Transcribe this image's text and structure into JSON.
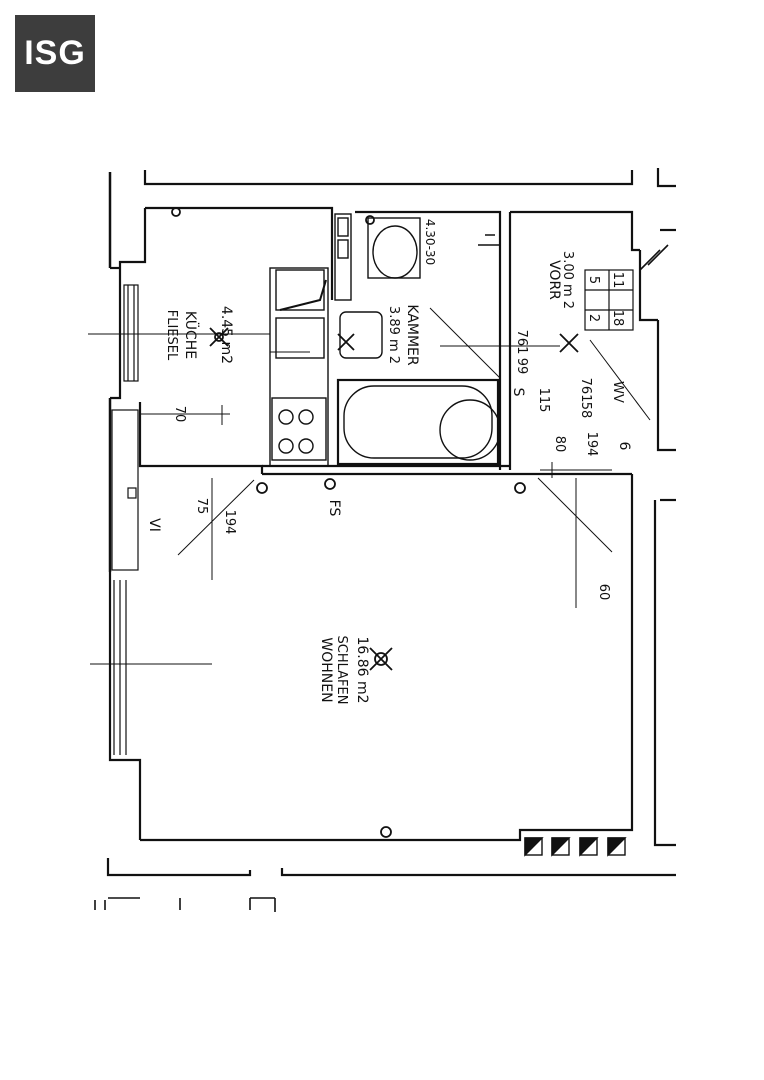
{
  "logo": {
    "text": "ISG",
    "background": "#3d3d3d",
    "color": "#ffffff"
  },
  "rooms": {
    "kitchen": {
      "name": "KÜCHE",
      "sub": "FLIESEL",
      "area": "4.45 m2"
    },
    "bath": {
      "name": "KAMMER",
      "area": "3.89 m 2"
    },
    "hall": {
      "name": "VORR",
      "area": "3.00 m 2"
    },
    "living": {
      "name": "WOHNEN",
      "sub": "SCHLAFEN",
      "area": "16.86 m2"
    }
  },
  "dimensions": {
    "d70": "70",
    "d75": "75",
    "d194a": "194",
    "d80": "80",
    "d194b": "194",
    "d761a": "761",
    "d99": "99",
    "d115": "115",
    "d430": "4.30-30",
    "d761b": "761",
    "d58": "58",
    "d60": "60",
    "d5": "5",
    "d2": "2",
    "d11": "11",
    "d18": "18",
    "dwv": "WV"
  },
  "labels": {
    "window_mark": "VI",
    "fs": "FS",
    "b": "6",
    "s": "S"
  }
}
